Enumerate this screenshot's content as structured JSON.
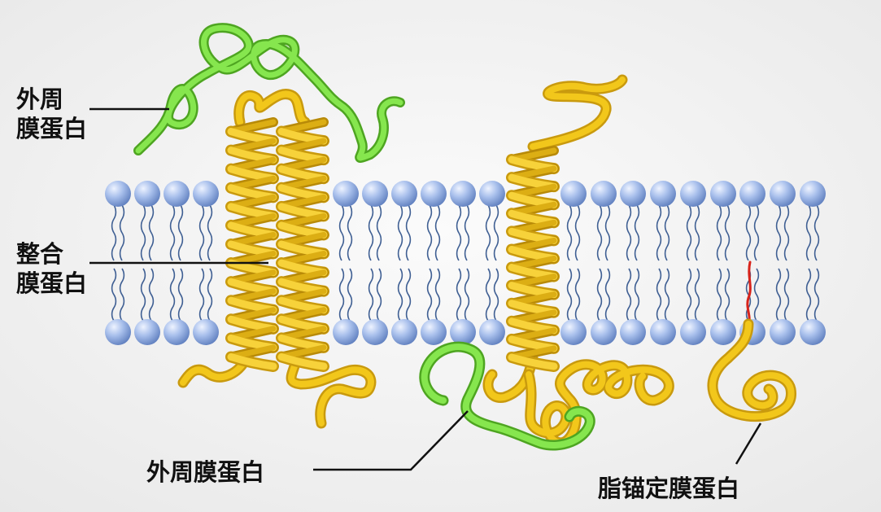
{
  "labels": {
    "peripheral_top": {
      "line1": "外周",
      "line2": "膜蛋白"
    },
    "integral": {
      "line1": "整合",
      "line2": "膜蛋白"
    },
    "peripheral_bottom": "外周膜蛋白",
    "lipid_anchored": "脂锚定膜蛋白"
  },
  "colors": {
    "background": "#f3f3f3",
    "phospholipid_head": "#7f9fd6",
    "phospholipid_tail": "#3f5f93",
    "integral_protein": "#f2c71b",
    "peripheral_protein": "#7be042",
    "lipid_anchor": "#d8231a",
    "pointer_line": "#111111"
  }
}
